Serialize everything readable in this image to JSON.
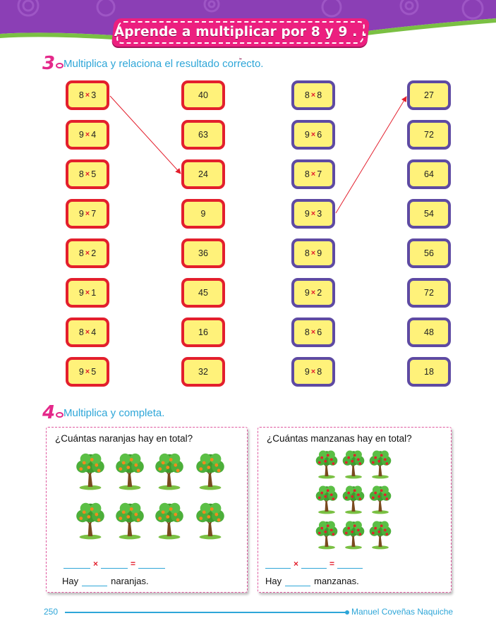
{
  "title": "Aprende a multiplicar por 8 y 9 . . .",
  "colors": {
    "header": "#8b3fb5",
    "pill": "#ec1f7f",
    "red_box": "#e31f2d",
    "purple_box": "#5e4aa3",
    "box_fill": "#fff27a",
    "accent_blue": "#2ea6d8",
    "grass": "#7ac043"
  },
  "section3": {
    "number": "3",
    "instruction": "Multiplica y relaciona el resultado correcto.",
    "col1": [
      "8",
      "9",
      "8",
      "9",
      "8",
      "9",
      "8",
      "9"
    ],
    "col1_b": [
      "3",
      "4",
      "5",
      "7",
      "2",
      "1",
      "4",
      "5"
    ],
    "col2": [
      "40",
      "63",
      "24",
      "9",
      "36",
      "45",
      "16",
      "32"
    ],
    "col3": [
      "8",
      "9",
      "8",
      "9",
      "8",
      "9",
      "8",
      "9"
    ],
    "col3_b": [
      "8",
      "6",
      "7",
      "3",
      "9",
      "2",
      "6",
      "8"
    ],
    "col4": [
      "27",
      "72",
      "64",
      "54",
      "56",
      "72",
      "48",
      "18"
    ],
    "times_symbol": "×"
  },
  "section4": {
    "number": "4",
    "instruction": "Multiplica y completa.",
    "left_card": {
      "question": "¿Cuántas naranjas hay en total?",
      "hay": "Hay",
      "unit": "naranjas.",
      "tree_icon": "orange-tree-icon"
    },
    "right_card": {
      "question": "¿Cuántas manzanas hay en total?",
      "hay": "Hay",
      "unit": "manzanas.",
      "tree_icon": "apple-tree-icon"
    },
    "times_symbol": "×",
    "equals_symbol": "="
  },
  "footer": {
    "page": "250",
    "author": "Manuel Coveñas Naquiche"
  }
}
